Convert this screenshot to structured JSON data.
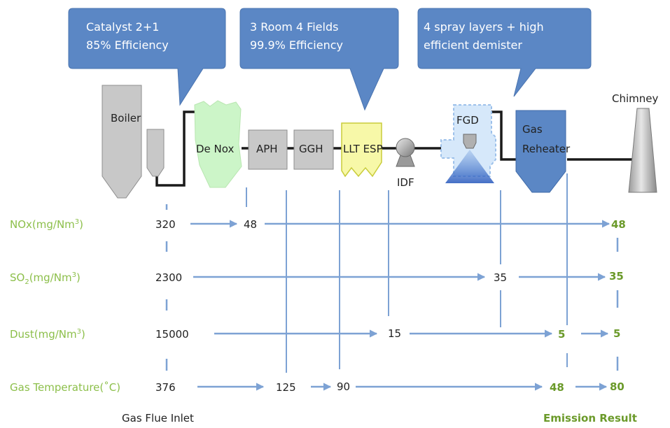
{
  "callouts": {
    "denox": {
      "line1": "Catalyst 2+1",
      "line2": "85% Efficiency"
    },
    "esp": {
      "line1": "3 Room 4 Fields",
      "line2": "99.9% Efficiency"
    },
    "fgd": {
      "line1": "4 spray layers + high",
      "line2": "efficient demister"
    }
  },
  "equipment": {
    "boiler": "Boiler",
    "denox": "De Nox",
    "aph": "APH",
    "ggh": "GGH",
    "esp": "LLT ESP",
    "idf": "IDF",
    "fgd": "FGD",
    "reheater_line1": "Gas",
    "reheater_line2": "Reheater",
    "chimney": "Chimney"
  },
  "rows": {
    "nox": {
      "label_main": "NOx(mg/Nm",
      "label_sup": "3",
      "label_end": ")",
      "inlet": "320",
      "v1": "48",
      "result": "48"
    },
    "so2": {
      "label_main": "SO",
      "label_sub": "2",
      "label_mid": "(mg/Nm",
      "label_sup": "3",
      "label_end": ")",
      "inlet": "2300",
      "v1": "35",
      "result": "35"
    },
    "dust": {
      "label_main": "Dust(mg/Nm",
      "label_sup": "3",
      "label_end": ")",
      "inlet": "15000",
      "v1": "15",
      "v2": "5",
      "result": "5"
    },
    "temp": {
      "label": "Gas Temperature(˚C)",
      "inlet": "376",
      "v1": "125",
      "v2": "90",
      "v3": "48",
      "result": "80"
    }
  },
  "footer": {
    "inlet": "Gas Flue Inlet",
    "result": "Emission Result"
  },
  "colors": {
    "callout_fill": "#5b87c5",
    "equipment_gray": "#c8c8c8",
    "denox_green": "#ccf5c8",
    "esp_yellow": "#f7f8a8",
    "fgd_light_blue": "#d6e8fa",
    "reheater_blue": "#5b87c5",
    "flow_line": "#7da2d4",
    "param_green": "#8cbf4a",
    "result_green": "#6b9a2a"
  }
}
